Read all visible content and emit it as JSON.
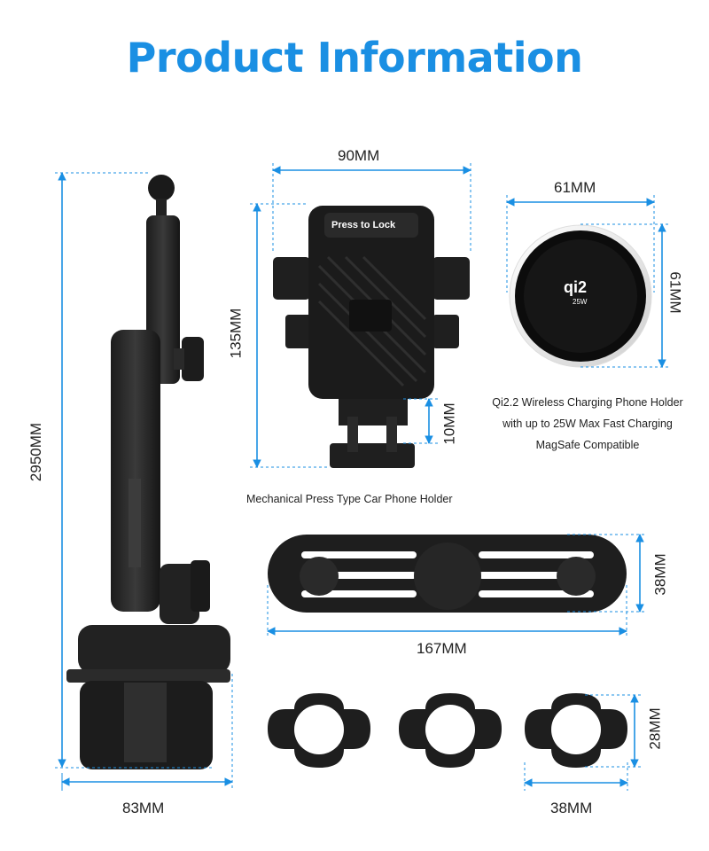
{
  "title": "Product Information",
  "accent_color": "#1a8fe3",
  "dimensions": {
    "arm_height": "2950MM",
    "base_width": "83MM",
    "clamp_width": "90MM",
    "clamp_height": "135MM",
    "clamp_foot": "10MM",
    "magnet_width": "61MM",
    "magnet_height": "61MM",
    "bar_width": "167MM",
    "bar_height": "38MM",
    "ring_width": "38MM",
    "ring_height": "28MM"
  },
  "captions": {
    "mechanical": "Mechanical Press Type Car Phone Holder",
    "wireless_line1": "Qi2.2 Wireless Charging Phone Holder",
    "wireless_line2": "with up to 25W Max Fast Charging",
    "wireless_line3": "MagSafe Compatible"
  },
  "product_labels": {
    "clamp_top": "Press to Lock",
    "qi_logo": "qi2",
    "watt": "25W"
  }
}
